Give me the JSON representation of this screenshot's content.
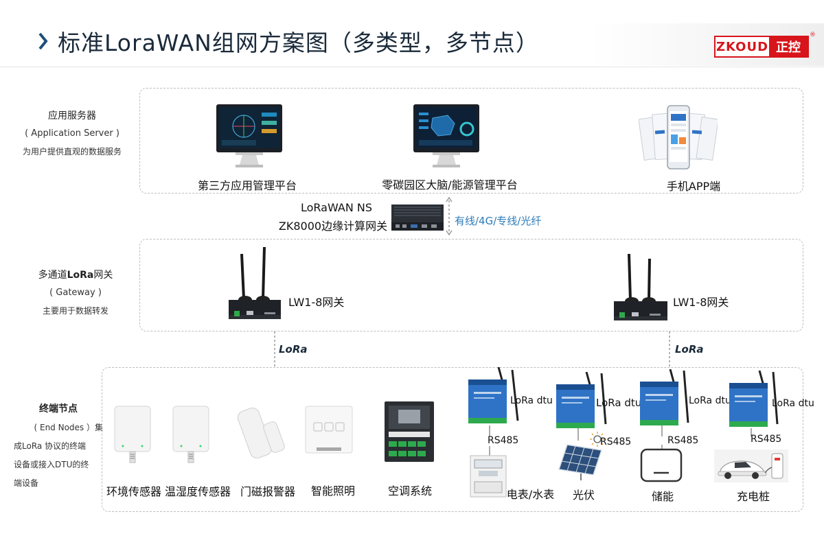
{
  "header": {
    "title": "标准LoraWAN组网方案图（多类型，多节点）",
    "logo_en": "ZKOUD",
    "logo_cn": "正控",
    "logo_mark": "®"
  },
  "colors": {
    "brand_red": "#d7151b",
    "link_blue": "#2b7bb9",
    "dark_navy": "#1a2a3a",
    "device_blue": "#2f73c6"
  },
  "app_layer": {
    "name": "应用服务器",
    "name_en": "( Application Server )",
    "desc": "为用户提供直观的数据服务",
    "platforms": [
      "第三方应用管理平台",
      "零碳园区大脑/能源管理平台",
      "手机APP端"
    ]
  },
  "ns": {
    "line1": "LoRaWAN NS",
    "line2": "ZK8000边缘计算网关",
    "link": "有线/4G/专线/光纤"
  },
  "gateway_layer": {
    "name_prefix": "多通道",
    "name_bold": "LoRa",
    "name_suffix": "网关",
    "name_en": "( Gateway )",
    "desc": "主要用于数据转发",
    "gateways": [
      "LW1-8网关",
      "LW1-8网关"
    ]
  },
  "lora_logos": [
    "LoRa",
    "LoRa"
  ],
  "node_layer": {
    "name": "终端节点",
    "desc_line1": "( End Nodes ）集",
    "desc_line2": "成LoRa 协议的终端",
    "desc_line3": "设备或接入DTU的终",
    "desc_line4": "端设备",
    "devices": [
      "环境传感器",
      "温湿度传感器",
      "门磁报警器",
      "智能照明",
      "空调系统"
    ],
    "dtu_label": "LoRa dtu",
    "rs485": "RS485",
    "dtu_targets": [
      "电表/水表",
      "光伏",
      "储能",
      "充电桩"
    ]
  }
}
